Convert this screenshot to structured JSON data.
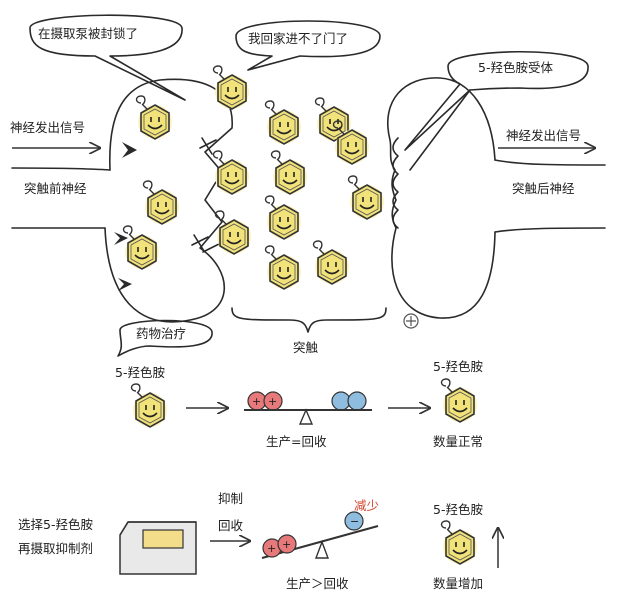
{
  "labels": {
    "bubble_reuptake_blocked": "在摄取泵被封锁了",
    "bubble_cant_go_home": "我回家进不了门了",
    "bubble_receptor": "5-羟色胺受体",
    "nerve_signal_left": "神经发出信号",
    "nerve_signal_right": "神经发出信号",
    "presynaptic": "突触前神经",
    "postsynaptic": "突触后神经",
    "drug_treatment": "药物治疗",
    "synapse": "突触",
    "serotonin_1": "5-羟色胺",
    "serotonin_2": "5-羟色胺",
    "serotonin_3": "5-羟色胺",
    "balance_normal": "生产=回收",
    "count_normal": "数量正常",
    "inhibit": "抑制",
    "recycle": "回收",
    "decrease": "减少",
    "ssri_line1": "选择5-羟色胺",
    "ssri_line2": "再摄取抑制剂",
    "balance_more": "生产＞回收",
    "count_increase": "数量增加"
  },
  "colors": {
    "molecule_fill": "#f1e27a",
    "molecule_glow": "#fbf3c2",
    "red_ball": "#e8797a",
    "blue_ball": "#8fbde0",
    "box_fill": "#e9e9e9",
    "box_screen": "#f3dd8a",
    "accent_red": "#d2452e"
  },
  "icons": {
    "molecule": "smiling-hexagon-serotonin-icon",
    "pump": "reuptake-pump-icon",
    "pill_box": "medicine-box-icon",
    "seesaw": "seesaw-balance-icon",
    "arrow": "arrow-right-icon"
  }
}
